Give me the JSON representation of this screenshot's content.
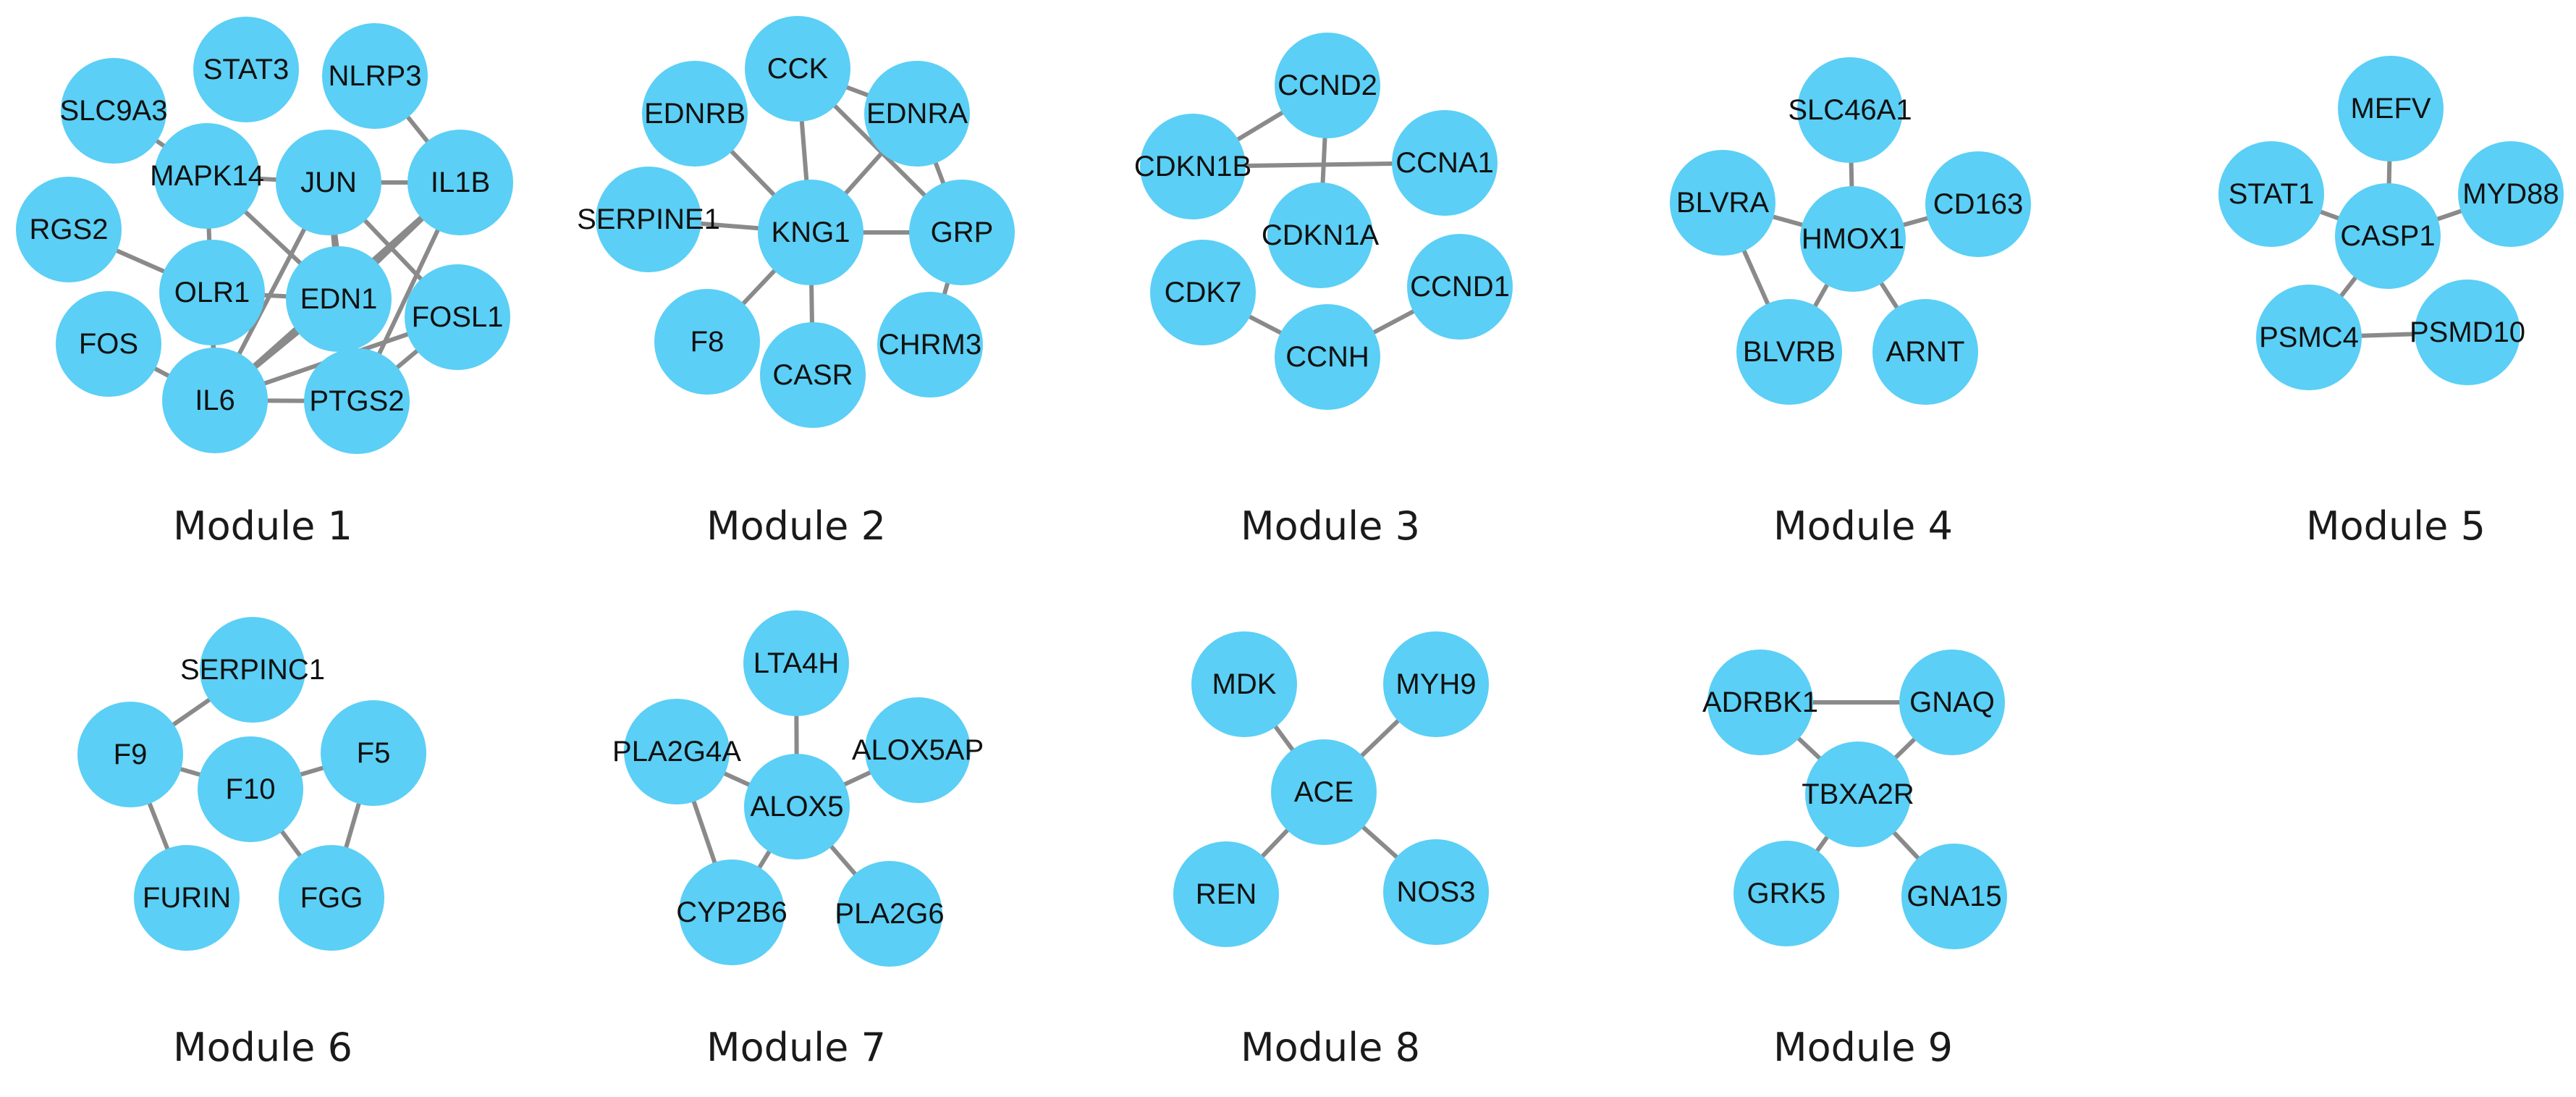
{
  "colors": {
    "node": "#5bcff5",
    "edge": "#8a8a8a",
    "text": "#111111",
    "background": "#ffffff"
  },
  "modules": [
    {
      "label": "Module 1",
      "nodes": [
        "SLC9A3",
        "STAT3",
        "NLRP3",
        "MAPK14",
        "JUN",
        "IL1B",
        "RGS2",
        "OLR1",
        "EDN1",
        "FOSL1",
        "FOS",
        "IL6",
        "PTGS2"
      ],
      "edges": [
        [
          "SLC9A3",
          "MAPK14"
        ],
        [
          "NLRP3",
          "IL1B"
        ],
        [
          "MAPK14",
          "JUN"
        ],
        [
          "MAPK14",
          "EDN1"
        ],
        [
          "MAPK14",
          "IL6"
        ],
        [
          "JUN",
          "EDN1"
        ],
        [
          "JUN",
          "IL1B"
        ],
        [
          "JUN",
          "FOSL1"
        ],
        [
          "JUN",
          "IL6"
        ],
        [
          "JUN",
          "PTGS2"
        ],
        [
          "IL1B",
          "EDN1"
        ],
        [
          "IL1B",
          "IL6"
        ],
        [
          "IL1B",
          "PTGS2"
        ],
        [
          "RGS2",
          "OLR1"
        ],
        [
          "OLR1",
          "EDN1"
        ],
        [
          "OLR1",
          "IL6"
        ],
        [
          "EDN1",
          "IL6"
        ],
        [
          "EDN1",
          "PTGS2"
        ],
        [
          "FOS",
          "IL6"
        ],
        [
          "IL6",
          "PTGS2"
        ],
        [
          "FOSL1",
          "IL6"
        ],
        [
          "FOSL1",
          "PTGS2"
        ]
      ]
    },
    {
      "label": "Module 2",
      "nodes": [
        "CCK",
        "EDNRB",
        "EDNRA",
        "SERPINE1",
        "KNG1",
        "GRP",
        "F8",
        "CHRM3",
        "CASR"
      ],
      "edges": [
        [
          "CCK",
          "KNG1"
        ],
        [
          "CCK",
          "EDNRA"
        ],
        [
          "CCK",
          "GRP"
        ],
        [
          "EDNRB",
          "KNG1"
        ],
        [
          "EDNRA",
          "KNG1"
        ],
        [
          "EDNRA",
          "GRP"
        ],
        [
          "SERPINE1",
          "KNG1"
        ],
        [
          "KNG1",
          "GRP"
        ],
        [
          "KNG1",
          "F8"
        ],
        [
          "KNG1",
          "CASR"
        ],
        [
          "GRP",
          "CHRM3"
        ]
      ]
    },
    {
      "label": "Module 3",
      "nodes": [
        "CCND2",
        "CDKN1B",
        "CCNA1",
        "CDKN1A",
        "CDK7",
        "CCND1",
        "CCNH"
      ],
      "edges": [
        [
          "CDKN1B",
          "CCND2"
        ],
        [
          "CDKN1B",
          "CCNA1"
        ],
        [
          "CCND2",
          "CDKN1A"
        ],
        [
          "CDK7",
          "CCNH"
        ],
        [
          "CCNH",
          "CCND1"
        ]
      ]
    },
    {
      "label": "Module 4",
      "nodes": [
        "SLC46A1",
        "BLVRA",
        "HMOX1",
        "CD163",
        "BLVRB",
        "ARNT"
      ],
      "edges": [
        [
          "SLC46A1",
          "HMOX1"
        ],
        [
          "BLVRA",
          "HMOX1"
        ],
        [
          "BLVRA",
          "BLVRB"
        ],
        [
          "HMOX1",
          "CD163"
        ],
        [
          "HMOX1",
          "BLVRB"
        ],
        [
          "HMOX1",
          "ARNT"
        ]
      ]
    },
    {
      "label": "Module 5",
      "nodes": [
        "MEFV",
        "STAT1",
        "CASP1",
        "MYD88",
        "PSMC4",
        "PSMD10"
      ],
      "edges": [
        [
          "MEFV",
          "CASP1"
        ],
        [
          "STAT1",
          "CASP1"
        ],
        [
          "CASP1",
          "MYD88"
        ],
        [
          "CASP1",
          "PSMC4"
        ],
        [
          "PSMC4",
          "PSMD10"
        ]
      ]
    },
    {
      "label": "Module 6",
      "nodes": [
        "SERPINC1",
        "F9",
        "F10",
        "F5",
        "FURIN",
        "FGG"
      ],
      "edges": [
        [
          "SERPINC1",
          "F9"
        ],
        [
          "F9",
          "F10"
        ],
        [
          "F9",
          "FURIN"
        ],
        [
          "F10",
          "F5"
        ],
        [
          "F10",
          "FGG"
        ],
        [
          "F5",
          "FGG"
        ]
      ]
    },
    {
      "label": "Module 7",
      "nodes": [
        "LTA4H",
        "PLA2G4A",
        "ALOX5AP",
        "ALOX5",
        "CYP2B6",
        "PLA2G6"
      ],
      "edges": [
        [
          "LTA4H",
          "ALOX5"
        ],
        [
          "PLA2G4A",
          "ALOX5"
        ],
        [
          "PLA2G4A",
          "CYP2B6"
        ],
        [
          "ALOX5AP",
          "ALOX5"
        ],
        [
          "ALOX5",
          "CYP2B6"
        ],
        [
          "ALOX5",
          "PLA2G6"
        ]
      ]
    },
    {
      "label": "Module 8",
      "nodes": [
        "MDK",
        "MYH9",
        "ACE",
        "REN",
        "NOS3"
      ],
      "edges": [
        [
          "MDK",
          "ACE"
        ],
        [
          "MYH9",
          "ACE"
        ],
        [
          "ACE",
          "REN"
        ],
        [
          "ACE",
          "NOS3"
        ]
      ]
    },
    {
      "label": "Module 9",
      "nodes": [
        "ADRBK1",
        "GNAQ",
        "TBXA2R",
        "GRK5",
        "GNA15"
      ],
      "edges": [
        [
          "ADRBK1",
          "GNAQ"
        ],
        [
          "ADRBK1",
          "TBXA2R"
        ],
        [
          "GNAQ",
          "TBXA2R"
        ],
        [
          "TBXA2R",
          "GRK5"
        ],
        [
          "TBXA2R",
          "GNA15"
        ]
      ]
    }
  ]
}
